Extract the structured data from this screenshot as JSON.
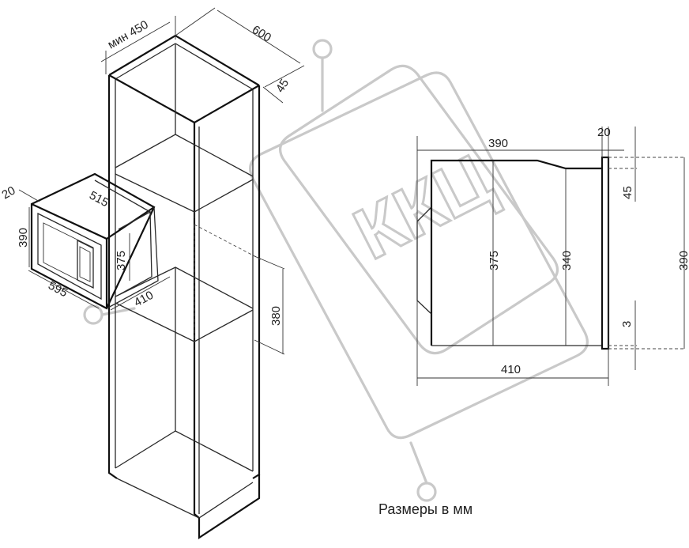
{
  "caption": "Размеры в мм",
  "watermark": "ККЦ",
  "cabinet_dims": {
    "min_width": "мин 450",
    "depth": "600",
    "setback": "45",
    "niche_height": "380"
  },
  "oven_dims": {
    "frame": "20",
    "height": "390",
    "width": "595",
    "body_width": "515",
    "body_height": "375",
    "body_depth": "410"
  },
  "side_view_dims": {
    "top_depth": "390",
    "frame": "20",
    "top_offset": "45",
    "body_height": "375",
    "inner_height": "340",
    "total_height": "390",
    "bottom_offset": "3",
    "total_depth": "410"
  },
  "colors": {
    "lines": "#2a2a2a",
    "watermark": "#c9c9c9"
  }
}
